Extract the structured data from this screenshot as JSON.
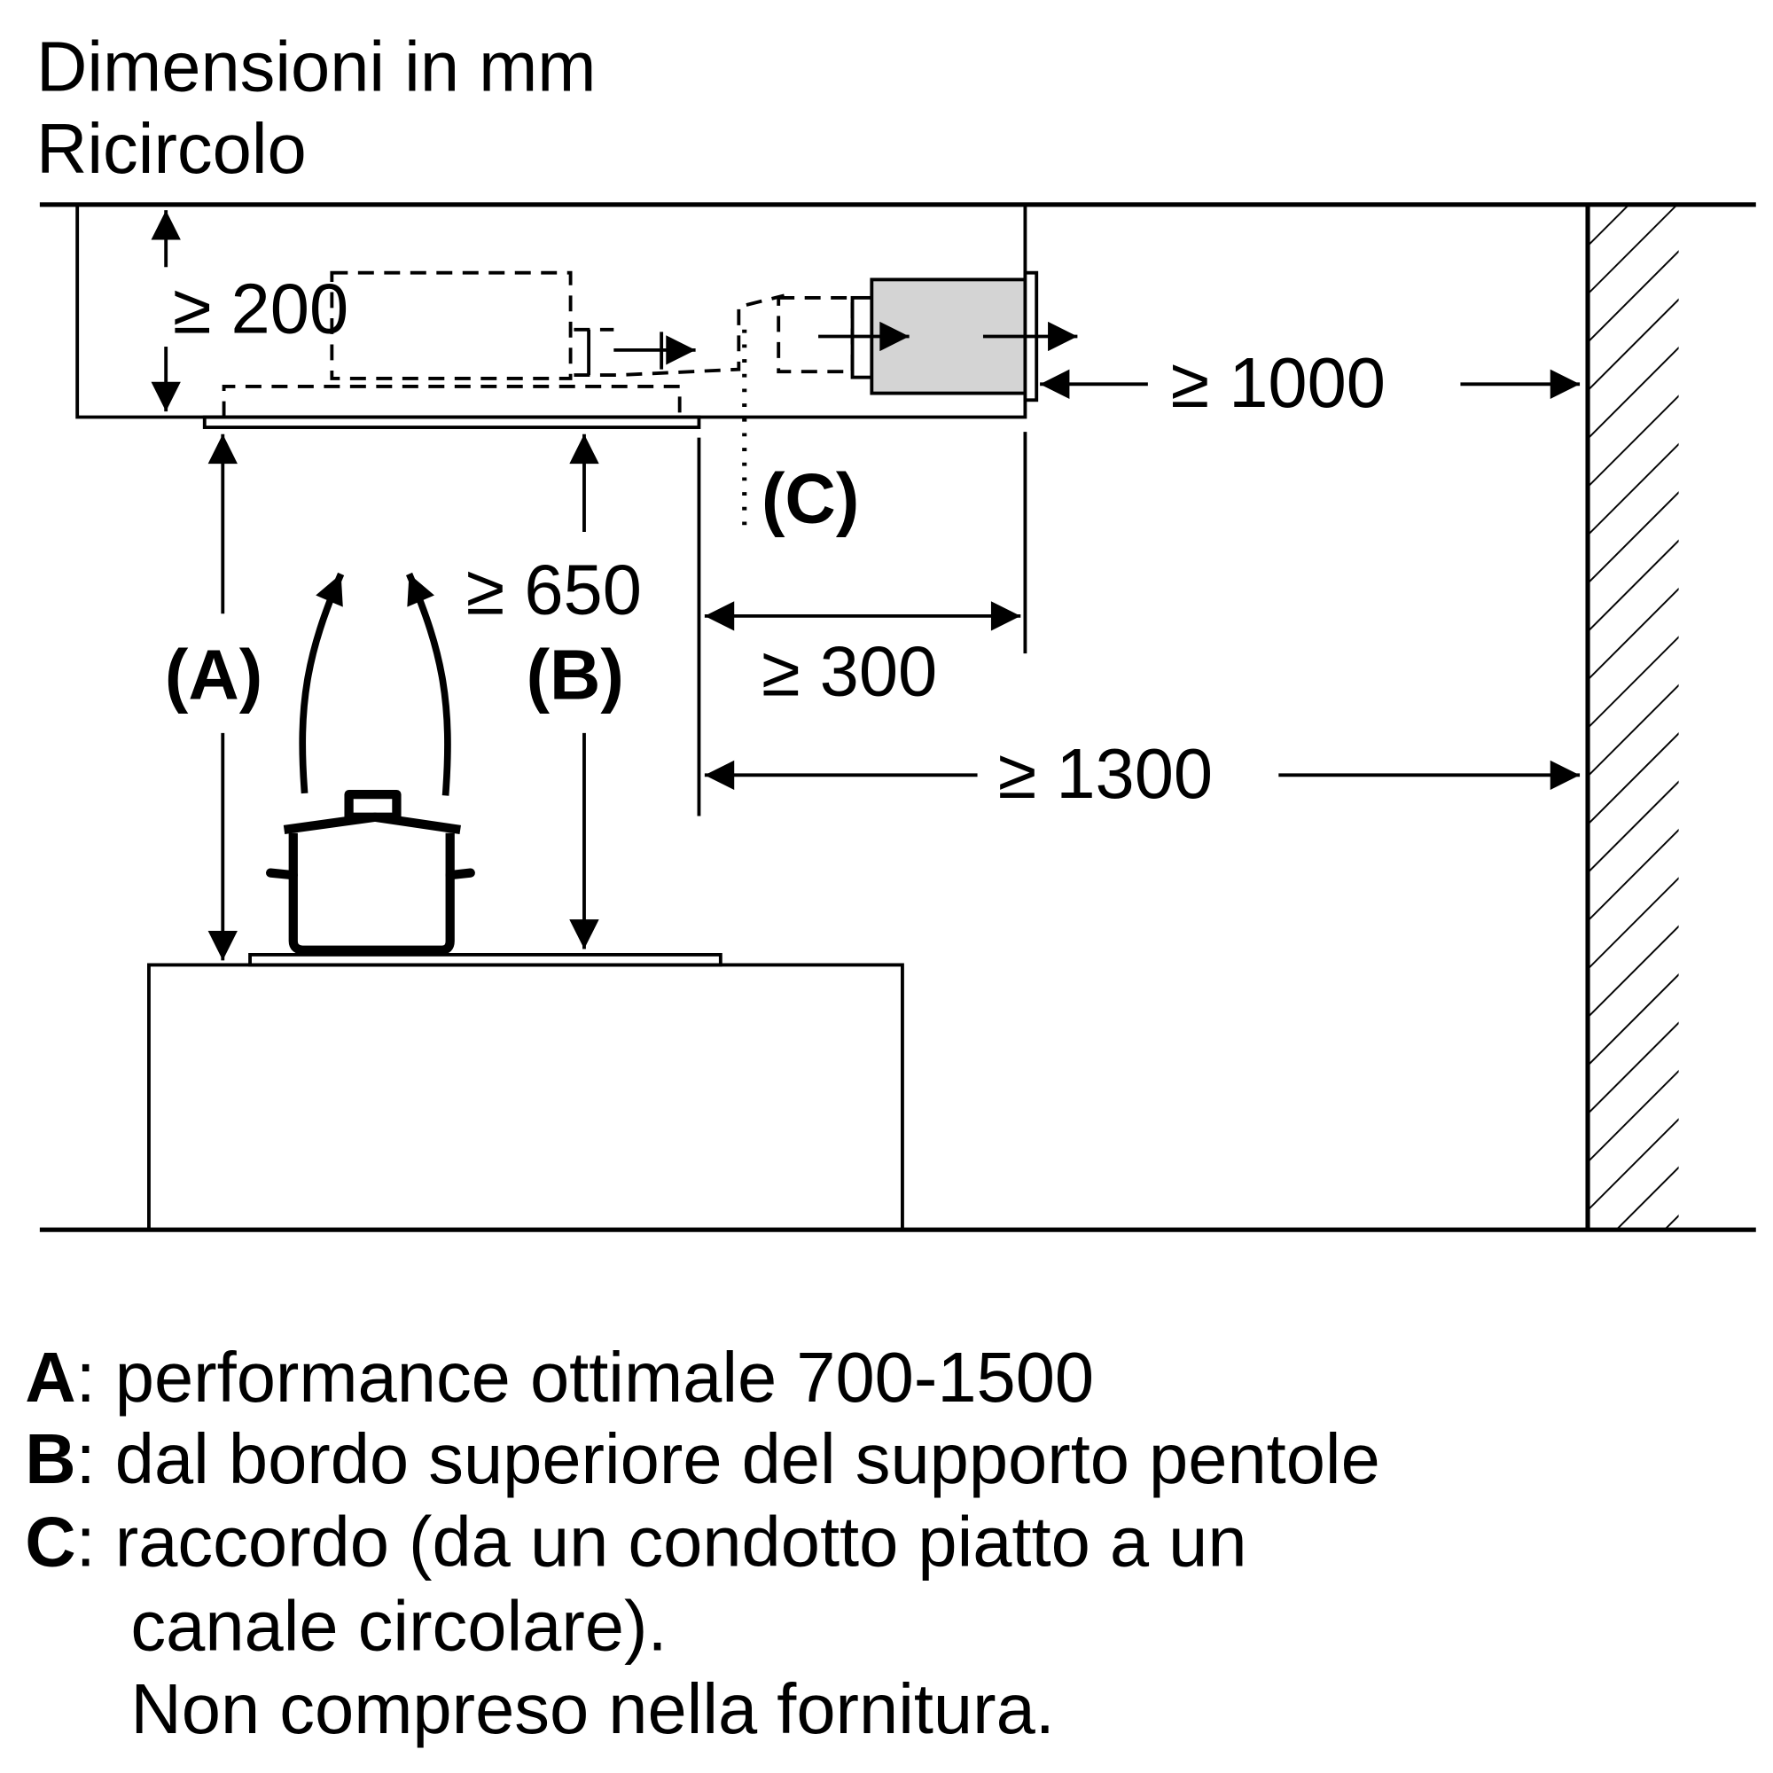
{
  "title": {
    "line1": "Dimensioni in mm",
    "line2": "Ricircolo"
  },
  "dimensions": {
    "d200": "≥ 200",
    "d650": "≥ 650",
    "d1000": "≥ 1000",
    "d300": "≥ 300",
    "d1300": "≥ 1300",
    "labelA": "(A)",
    "labelB": "(B)",
    "labelC": "(C)"
  },
  "legend": [
    {
      "key": "A",
      "text": ": performance ottimale 700-1500"
    },
    {
      "key": "B",
      "text": ": dal bordo superiore del supporto pentole"
    },
    {
      "key": "C",
      "text": ": raccordo (da un condotto piatto a un",
      "cont1": "canale circolare).",
      "cont2": "Non compreso nella fornitura."
    }
  ],
  "colors": {
    "ink": "#000000",
    "filter_fill": "#d4d4d4"
  }
}
